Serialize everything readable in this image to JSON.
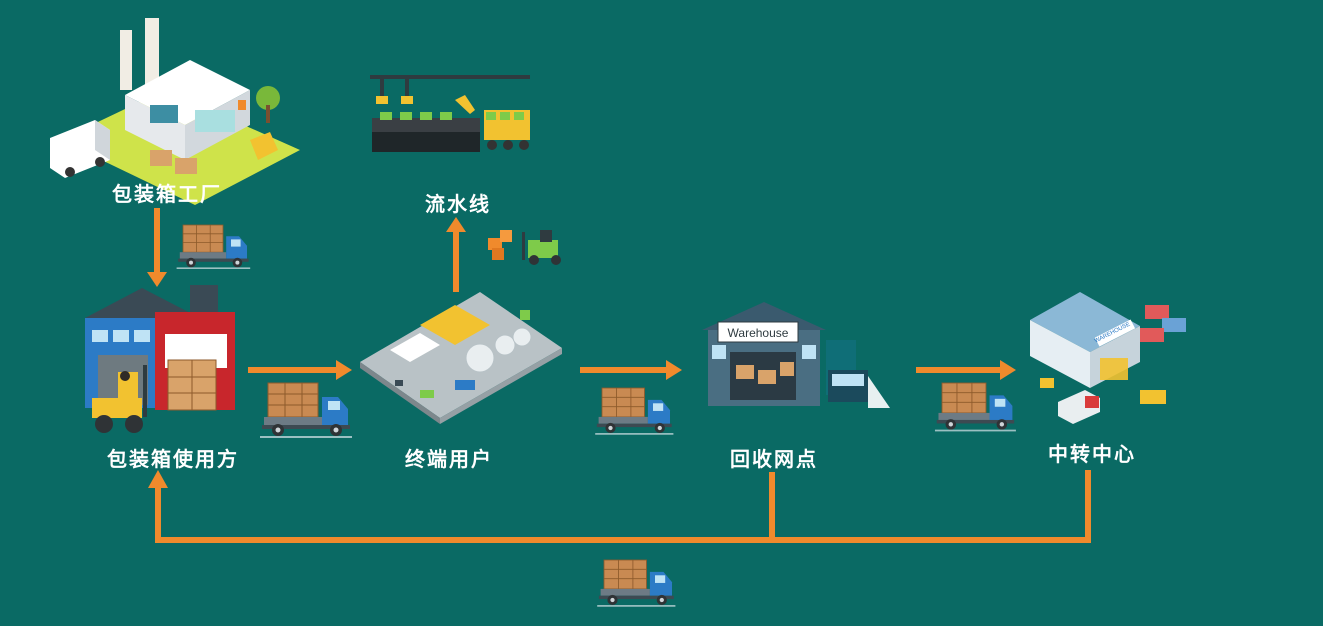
{
  "nodes": {
    "factory": "包装箱工厂",
    "assembly_line": "流水线",
    "packaging_user": "包装箱使用方",
    "end_user": "终端用户",
    "recycle_point": "回收网点",
    "transit_center": "中转中心"
  },
  "icons": {
    "warehouse_sign": "Warehouse",
    "transit_sign": "WAREHOUSE"
  },
  "colors": {
    "background": "#0a6a64",
    "arrow": "#f08a2c",
    "text": "#ffffff",
    "truck_blue": "#2c7bc6",
    "box": "#c98a52"
  }
}
